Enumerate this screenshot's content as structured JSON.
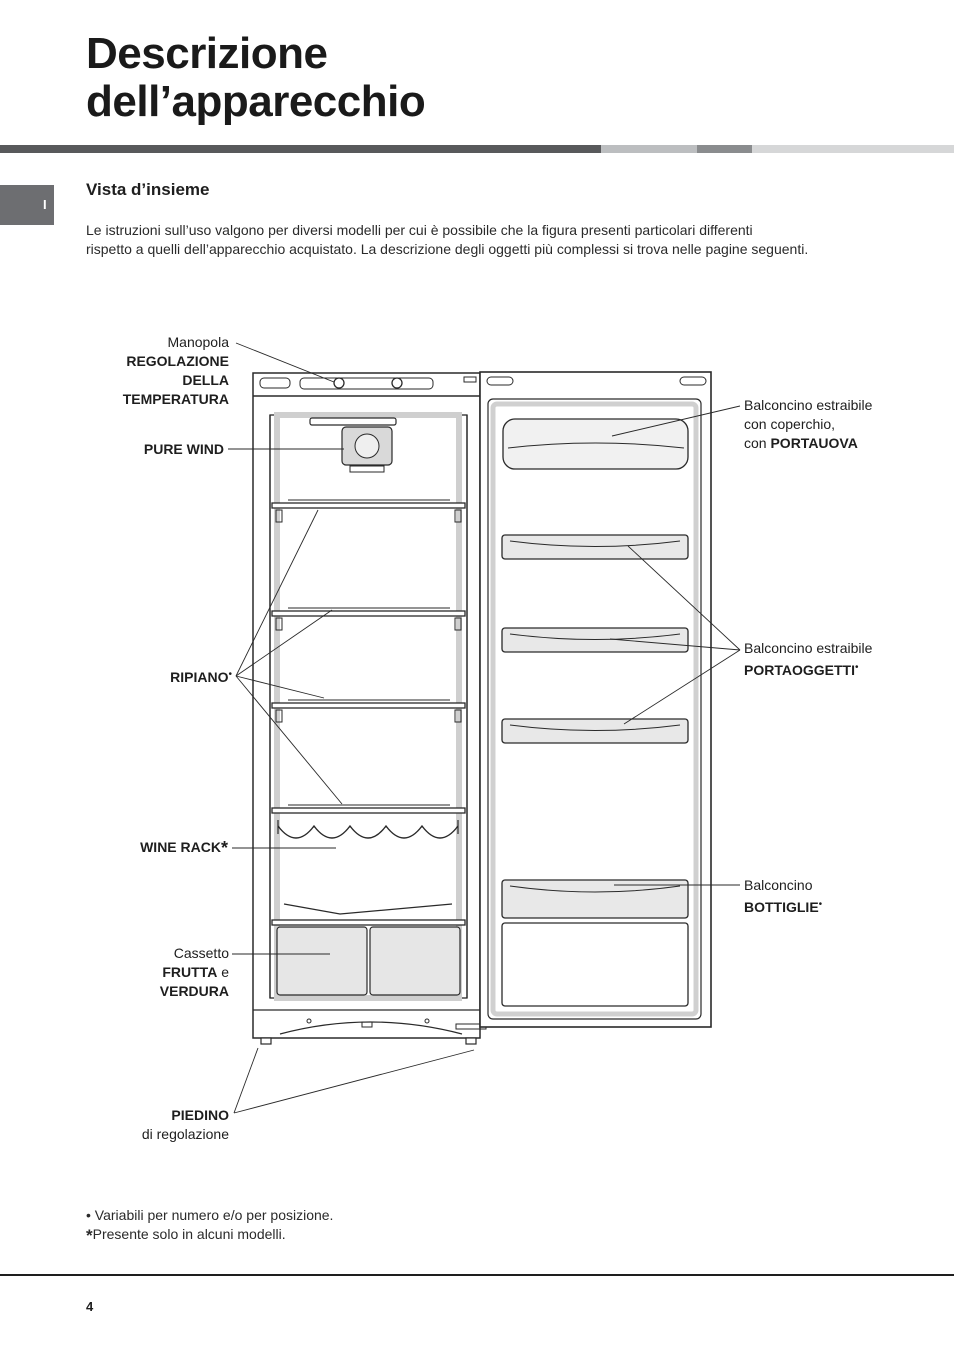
{
  "header": {
    "title_line1": "Descrizione",
    "title_line2": "dell’apparecchio"
  },
  "side_tab": {
    "label": "I"
  },
  "section": {
    "subtitle": "Vista d’insieme",
    "intro_line1": "Le istruzioni sull’uso valgono per diversi modelli per cui è possibile che la figura presenti particolari differenti",
    "intro_line2": "rispetto a quelli dell’apparecchio acquistato. La descrizione degli oggetti più complessi si trova nelle pagine seguenti."
  },
  "labels": {
    "manopola": {
      "line1": "Manopola",
      "line2": "REGOLAZIONE",
      "line3": "DELLA",
      "line4": "TEMPERATURA"
    },
    "pure_wind": "PURE WIND",
    "ripiano": {
      "text": "RIPIANO",
      "mark": "•"
    },
    "wine_rack": {
      "text": "WINE RACK",
      "mark": "*"
    },
    "cassetto": {
      "line1": "Cassetto",
      "line2_bold": "FRUTTA",
      "line2_rest": " e",
      "line3": "VERDURA"
    },
    "piedino": {
      "line1": "PIEDINO",
      "line2": "di regolazione"
    },
    "balconcino_portauova": {
      "line1": "Balconcino estraibile",
      "line2": "con coperchio,",
      "line3_prefix": "con ",
      "line3_bold": "PORTAUOVA"
    },
    "balconcino_portaoggetti": {
      "line1": "Balconcino estraibile",
      "line2": "PORTAOGGETTI",
      "mark": "•"
    },
    "balconcino_bottiglie": {
      "line1": "Balconcino",
      "line2": "BOTTIGLIE",
      "mark": "•"
    }
  },
  "footnotes": {
    "note1_mark": "•",
    "note1": " Variabili per numero e/o per posizione.",
    "note2_mark": "*",
    "note2": "Presente solo in alcuni modelli."
  },
  "page_number": "4"
}
